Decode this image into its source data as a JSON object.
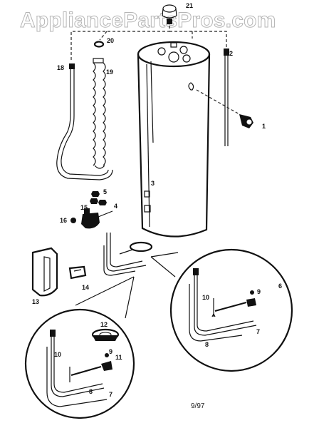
{
  "watermark": "AppliancePartsPros.com",
  "date_code": "9/97",
  "callouts": [
    "1",
    "2",
    "3",
    "4",
    "5",
    "6",
    "7",
    "8",
    "9",
    "10",
    "11",
    "12",
    "13",
    "14",
    "15",
    "16",
    "18",
    "19",
    "20",
    "21"
  ],
  "detail_callouts": {
    "right": [
      "10",
      "9",
      "6",
      "7",
      "8"
    ],
    "left": [
      "12",
      "11",
      "9",
      "10",
      "8",
      "7"
    ]
  }
}
